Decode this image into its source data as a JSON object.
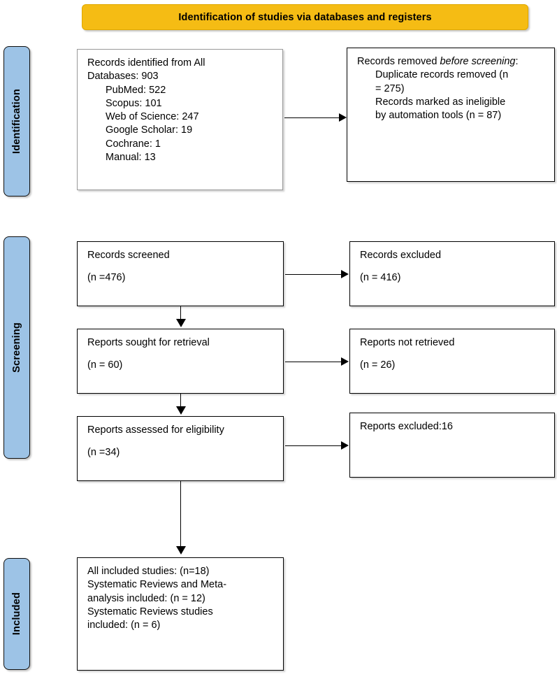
{
  "header": {
    "title": "Identification of studies via databases and registers",
    "color": "#F5BC14"
  },
  "phases": {
    "identification": "Identification",
    "screening": "Screening",
    "included": "Included",
    "color": "#9DC3E6"
  },
  "boxes": {
    "identified": {
      "line1": "Records identified from All",
      "line2": "Databases: 903",
      "sources": [
        "PubMed: 522",
        "Scopus: 101",
        "Web of Science: 247",
        "Google Scholar: 19",
        "Cochrane: 1",
        "Manual: 13"
      ]
    },
    "removed": {
      "heading_plain": "Records removed ",
      "heading_italic": "before screening",
      "heading_tail": ":",
      "item1_a": "Duplicate records removed (n",
      "item1_b": "= 275)",
      "item2_a": "Records marked as ineligible",
      "item2_b": "by automation tools (n = 87)"
    },
    "screened": {
      "label": "Records screened",
      "count": "(n =476)"
    },
    "excluded": {
      "label": "Records excluded",
      "count": "(n = 416)"
    },
    "sought": {
      "label": "Reports sought for retrieval",
      "count": "(n = 60)"
    },
    "not_retrieved": {
      "label": "Reports not retrieved",
      "count": "(n = 26)"
    },
    "assessed": {
      "label": "Reports assessed for eligibility",
      "count": "(n =34)"
    },
    "reports_excluded": {
      "label": "Reports excluded:16"
    },
    "included": {
      "line1": "All included studies: (n=18)",
      "line2_a": "Systematic Reviews and Meta-",
      "line2_b": "analysis included: (n = 12)",
      "line3_a": "Systematic Reviews studies",
      "line3_b": "included: (n = 6)"
    }
  },
  "chart_data": {
    "type": "diagram",
    "title": "PRISMA 2020 flow diagram",
    "nodes": [
      {
        "id": "identified",
        "phase": "Identification",
        "n": 903,
        "breakdown": {
          "PubMed": 522,
          "Scopus": 101,
          "Web of Science": 247,
          "Google Scholar": 19,
          "Cochrane": 1,
          "Manual": 13
        }
      },
      {
        "id": "removed",
        "phase": "Identification",
        "duplicate_records_removed": 275,
        "ineligible_by_automation_tools": 87
      },
      {
        "id": "screened",
        "phase": "Screening",
        "n": 476
      },
      {
        "id": "excluded",
        "phase": "Screening",
        "n": 416
      },
      {
        "id": "sought",
        "phase": "Screening",
        "n": 60
      },
      {
        "id": "not_retrieved",
        "phase": "Screening",
        "n": 26
      },
      {
        "id": "assessed",
        "phase": "Screening",
        "n": 34
      },
      {
        "id": "reports_excluded",
        "phase": "Screening",
        "n": 16
      },
      {
        "id": "included",
        "phase": "Included",
        "n": 18,
        "systematic_reviews_and_meta_analysis": 12,
        "systematic_reviews_studies": 6
      }
    ],
    "edges": [
      {
        "from": "identified",
        "to": "removed",
        "direction": "right"
      },
      {
        "from": "screened",
        "to": "excluded",
        "direction": "right"
      },
      {
        "from": "screened",
        "to": "sought",
        "direction": "down"
      },
      {
        "from": "sought",
        "to": "not_retrieved",
        "direction": "right"
      },
      {
        "from": "sought",
        "to": "assessed",
        "direction": "down"
      },
      {
        "from": "assessed",
        "to": "reports_excluded",
        "direction": "right"
      },
      {
        "from": "assessed",
        "to": "included",
        "direction": "down"
      }
    ]
  }
}
